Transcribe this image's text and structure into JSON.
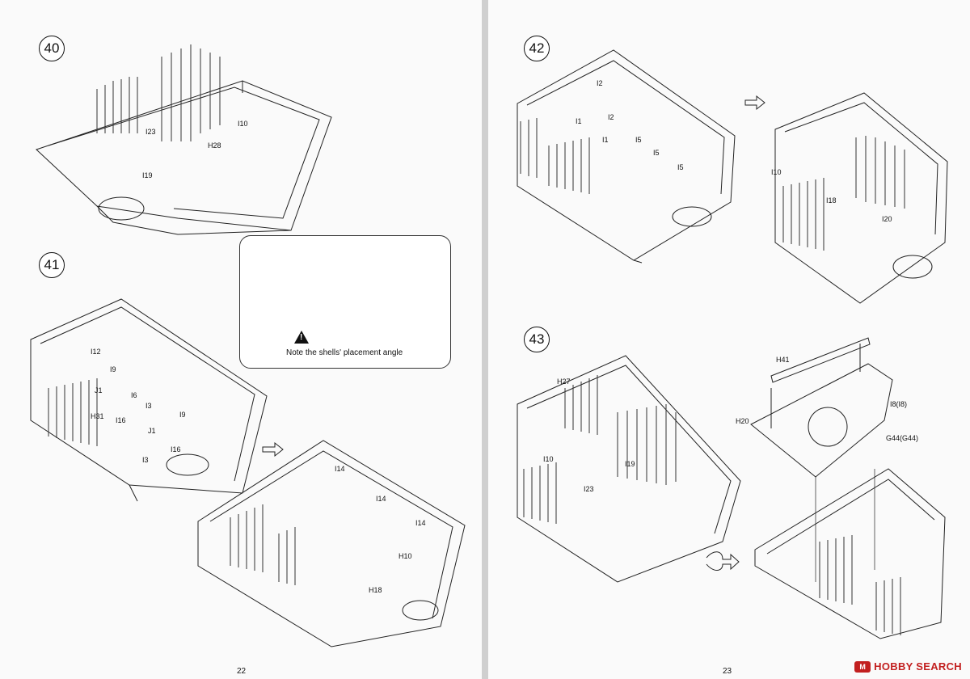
{
  "left_page": {
    "page_number": "22",
    "step40": {
      "number": "40",
      "labels": [
        "I23",
        "I10",
        "H28",
        "I19"
      ]
    },
    "step41": {
      "number": "41",
      "labels": [
        "I12",
        "I9",
        "J1",
        "I6",
        "H31",
        "I3",
        "I16",
        "J1",
        "I9",
        "I16",
        "I3"
      ]
    },
    "step41b": {
      "labels": [
        "I14",
        "I14",
        "I14",
        "H10",
        "H18"
      ]
    },
    "note": {
      "text": "Note the shells' placement angle",
      "icon": "warning-icon"
    }
  },
  "right_page": {
    "page_number": "23",
    "step42": {
      "number": "42",
      "labels": [
        "I2",
        "I1",
        "I2",
        "I1",
        "I5",
        "I5",
        "I5"
      ]
    },
    "step42b": {
      "labels": [
        "I10",
        "I18",
        "I20"
      ]
    },
    "step43": {
      "number": "43",
      "labels": [
        "H27",
        "I10",
        "I19",
        "I23"
      ]
    },
    "step43b": {
      "labels": [
        "H41",
        "H20",
        "I8(I8)",
        "G44(G44)"
      ]
    }
  },
  "watermark": {
    "badge": "M",
    "text": "HOBBY SEARCH",
    "color": "#c21f1f"
  }
}
